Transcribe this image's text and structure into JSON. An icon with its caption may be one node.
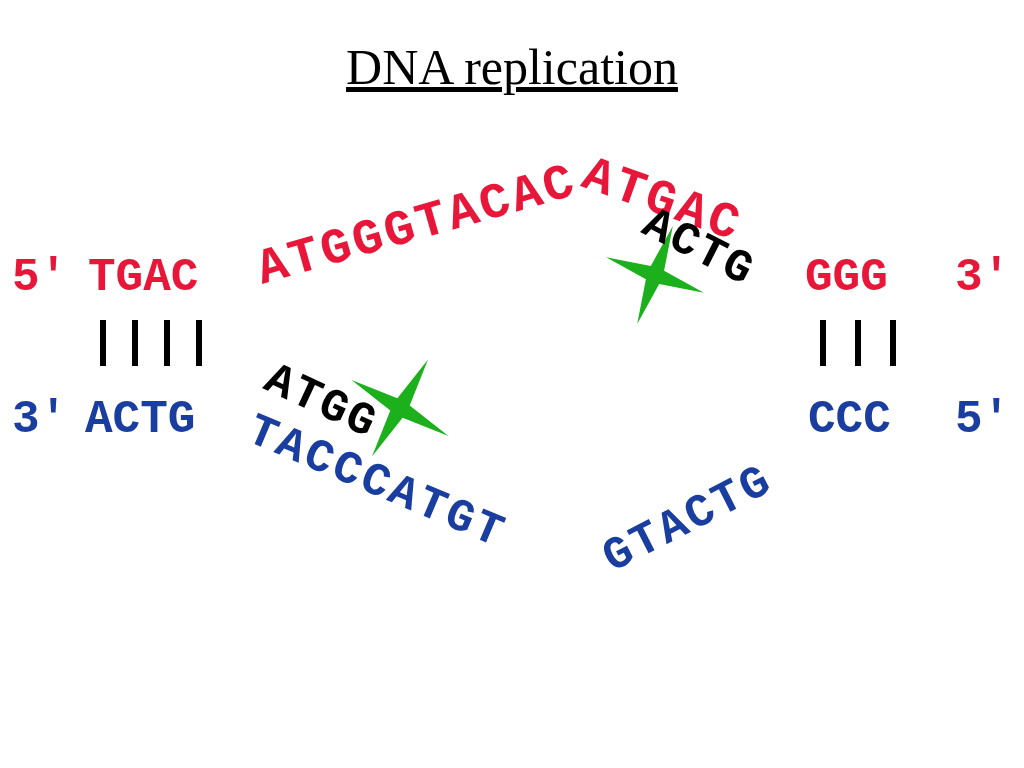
{
  "diagram": {
    "title": "DNA replication",
    "labels": [
      "5′",
      "TGAC",
      "ATGGGTACACATGAC",
      "ACTG",
      "GGG",
      "3′",
      "3′",
      "ACTG",
      "ATGG",
      "CCC",
      "5′",
      "TACCCATGT",
      "GTACTG"
    ]
  }
}
